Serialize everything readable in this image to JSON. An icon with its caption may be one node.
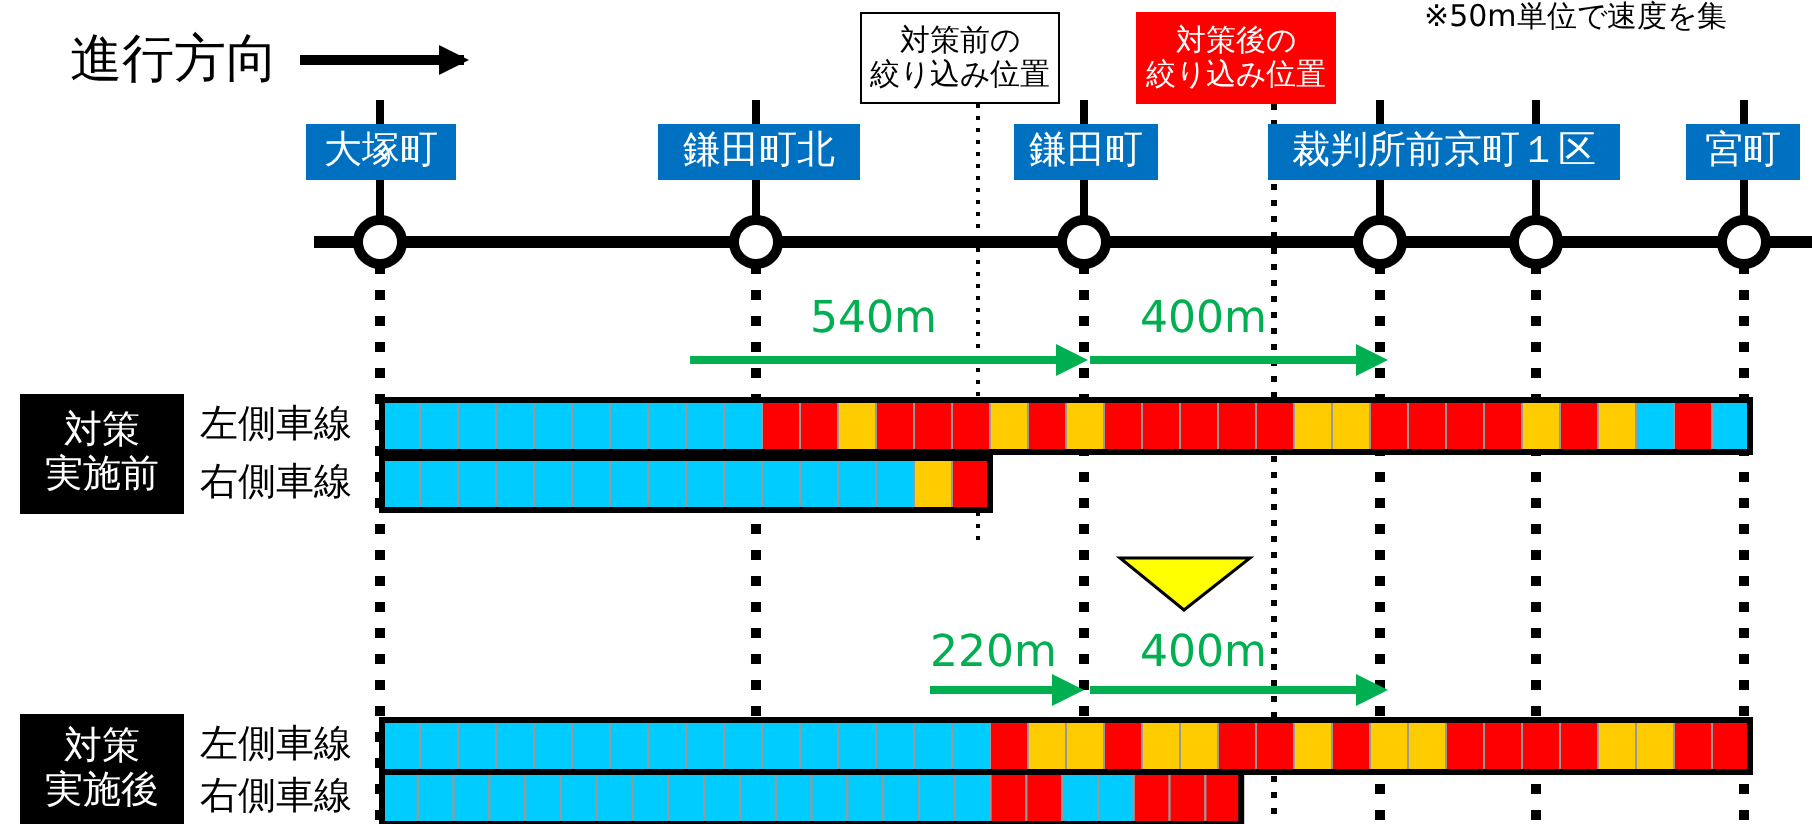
{
  "diagram": {
    "nodes": [
      {
        "text": [
          "対策前の",
          "絞り込み位置"
        ]
      },
      {
        "text": [
          "対策後の",
          "絞り込み位置"
        ]
      },
      {
        "text": [
          "大塚町"
        ]
      },
      {
        "text": [
          "鎌田町北"
        ]
      },
      {
        "text": [
          "鎌田町"
        ]
      },
      {
        "text": [
          "裁判所前京町１区"
        ]
      },
      {
        "text": [
          "宮町"
        ]
      },
      {
        "text": [
          "対策",
          "実施前"
        ]
      },
      {
        "text": [
          "対策",
          "実施後"
        ]
      }
    ],
    "edges": [
      {
        "from": 0,
        "to": null,
        "arrow": "none",
        "style": "dashed"
      },
      {
        "from": 1,
        "to": null,
        "arrow": "none",
        "style": "dashed"
      }
    ],
    "labels": [
      "進行方向",
      "※50m単位で速度を集",
      "540m",
      "400m",
      "左側車線",
      "右側車線",
      "220m",
      "400m",
      "左側車線",
      "右側車線"
    ]
  }
}
